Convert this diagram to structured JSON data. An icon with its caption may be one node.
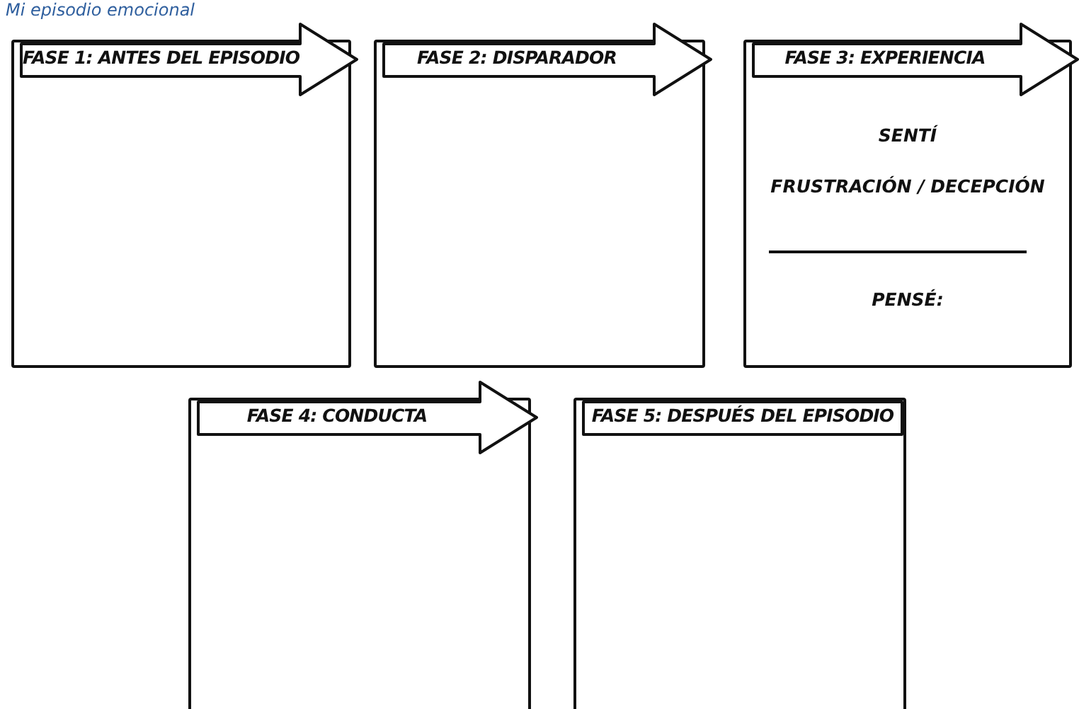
{
  "diagram": {
    "title": "Mi episodio emocional",
    "nodes": [
      {
        "text": [
          "FASE 1: ANTES DEL EPISODIO"
        ]
      },
      {
        "text": [
          "FASE 2: DISPARADOR"
        ]
      },
      {
        "text": [
          "FASE 3: EXPERIENCIA",
          "SENTÍ",
          "FRUSTRACIÓN / DECEPCIÓN",
          "PENSÉ:"
        ]
      },
      {
        "text": [
          "FASE 4: CONDUCTA"
        ]
      },
      {
        "text": [
          "FASE 5: DESPUÉS DEL EPISODIO"
        ]
      }
    ]
  }
}
